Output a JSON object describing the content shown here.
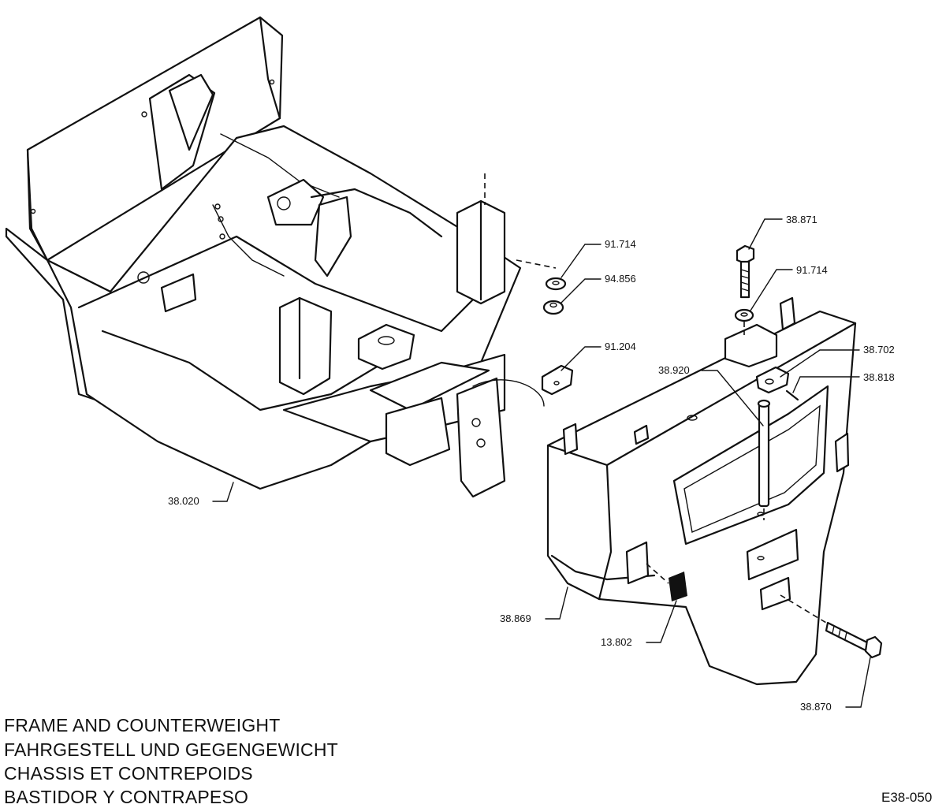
{
  "labels": {
    "p38871": "38.871",
    "p91714a": "91.714",
    "p94856": "94.856",
    "p91714b": "91.714",
    "p91204": "91.204",
    "p38702": "38.702",
    "p38920": "38.920",
    "p38818": "38.818",
    "p38020": "38.020",
    "p38869": "38.869",
    "p13802": "13.802",
    "p38870": "38.870"
  },
  "title_lines": [
    "FRAME AND COUNTERWEIGHT",
    "FAHRGESTELL UND GEGENGEWICHT",
    "CHASSIS ET CONTREPOIDS",
    "BASTIDOR Y CONTRAPESO"
  ],
  "figure_code": "E38-050"
}
